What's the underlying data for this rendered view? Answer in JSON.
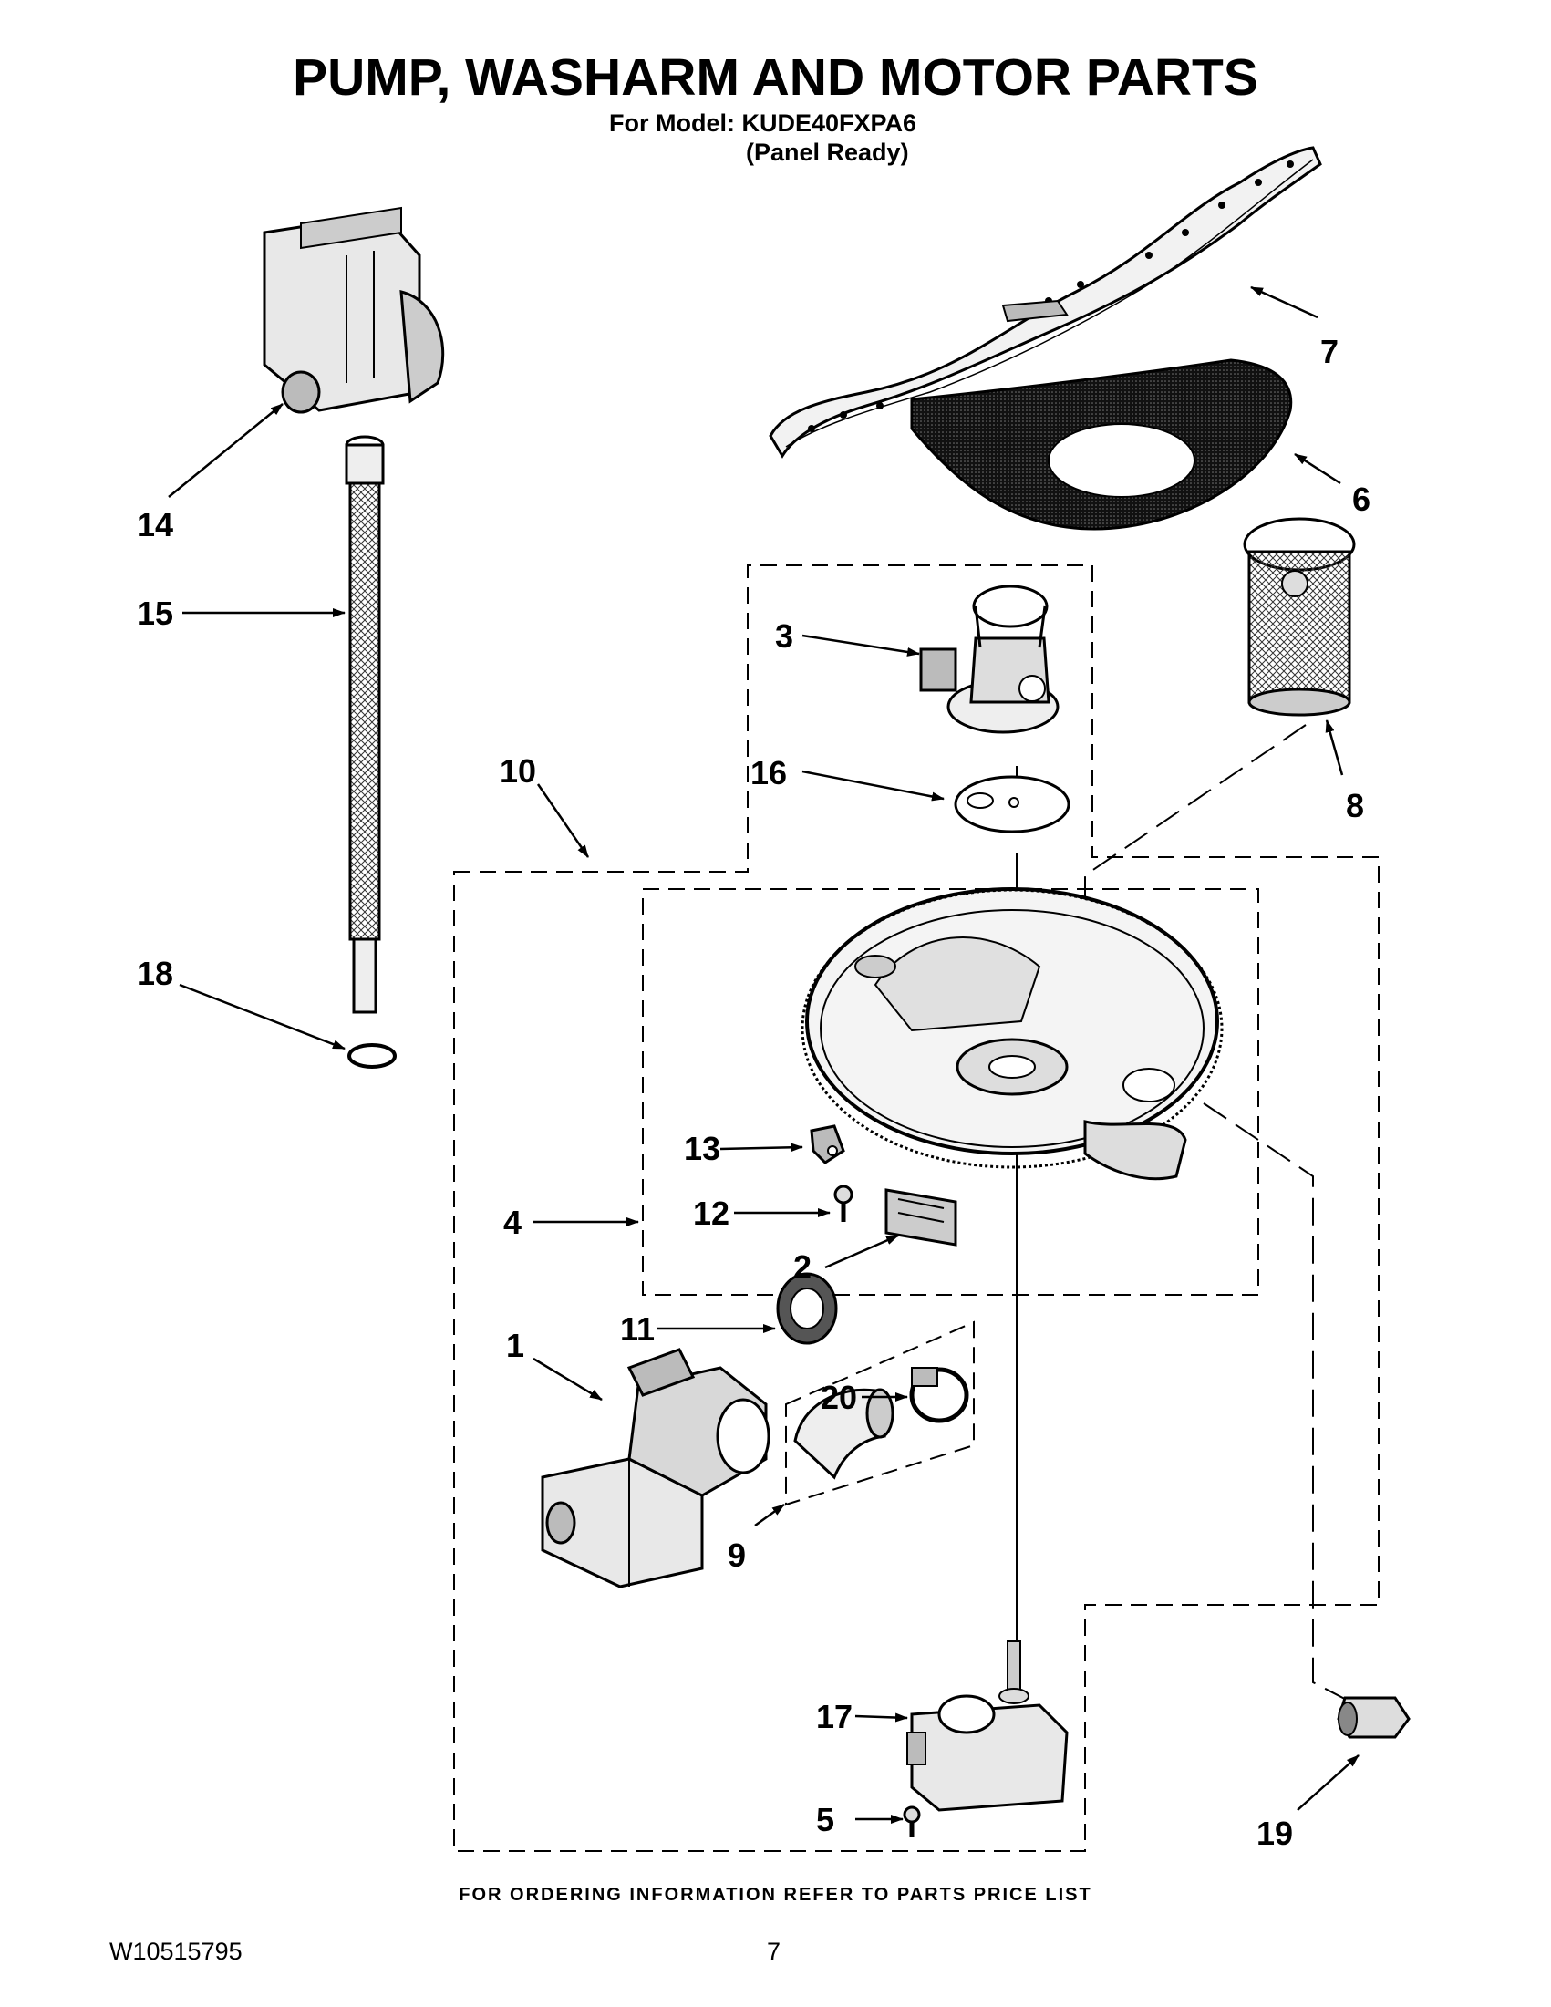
{
  "header": {
    "title": "PUMP, WASHARM AND MOTOR PARTS",
    "model_line": "For Model: KUDE40FXPA6",
    "panel_line": "(Panel Ready)"
  },
  "callouts": [
    {
      "id": "1",
      "label": "1"
    },
    {
      "id": "2",
      "label": "2"
    },
    {
      "id": "3",
      "label": "3"
    },
    {
      "id": "4",
      "label": "4"
    },
    {
      "id": "5",
      "label": "5"
    },
    {
      "id": "6",
      "label": "6"
    },
    {
      "id": "7",
      "label": "7"
    },
    {
      "id": "8",
      "label": "8"
    },
    {
      "id": "9",
      "label": "9"
    },
    {
      "id": "10",
      "label": "10"
    },
    {
      "id": "11",
      "label": "11"
    },
    {
      "id": "12",
      "label": "12"
    },
    {
      "id": "13",
      "label": "13"
    },
    {
      "id": "14",
      "label": "14"
    },
    {
      "id": "15",
      "label": "15"
    },
    {
      "id": "16",
      "label": "16"
    },
    {
      "id": "17",
      "label": "17"
    },
    {
      "id": "18",
      "label": "18"
    },
    {
      "id": "19",
      "label": "19"
    },
    {
      "id": "20",
      "label": "20"
    }
  ],
  "footer": {
    "ordering_note": "FOR ORDERING INFORMATION REFER TO PARTS PRICE LIST",
    "doc_number": "W10515795",
    "page_number": "7"
  }
}
